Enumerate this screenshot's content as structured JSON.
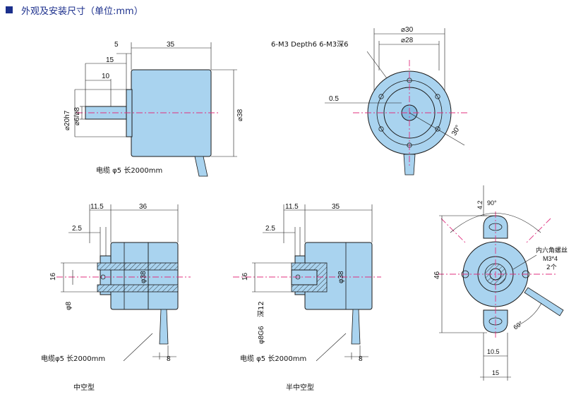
{
  "title": "外观及安装尺寸（单位:mm）",
  "view1": {
    "dims": [
      "5",
      "35",
      "15",
      "10",
      "⌀20h7",
      "⌀6/⌀8",
      "⌀38"
    ],
    "cable_note": "电缆 φ5    长2000mm"
  },
  "view2": {
    "dims": [
      "⌀30",
      "⌀28",
      "0.5",
      "30°"
    ],
    "thread_note": "6-M3 Depth6   6-M3深6"
  },
  "view3": {
    "dims": [
      "11.5",
      "36",
      "2.5",
      "16",
      "φ8",
      "φ38",
      "8"
    ],
    "cable_note": "电缆φ5    长2000mm",
    "caption": "中空型"
  },
  "view4": {
    "dims": [
      "11.5",
      "35",
      "2.5",
      "16",
      "φ8G6",
      "深12",
      "φ38",
      "8"
    ],
    "cable_note": "电缆 φ5    长2000mm",
    "caption": "半中空型"
  },
  "view5": {
    "dims": [
      "4.2",
      "90°",
      "46",
      "60°",
      "10.5",
      "15"
    ],
    "screw_note_1": "内六角螺丝",
    "screw_note_2": "M3*4",
    "screw_note_3": "2个"
  }
}
